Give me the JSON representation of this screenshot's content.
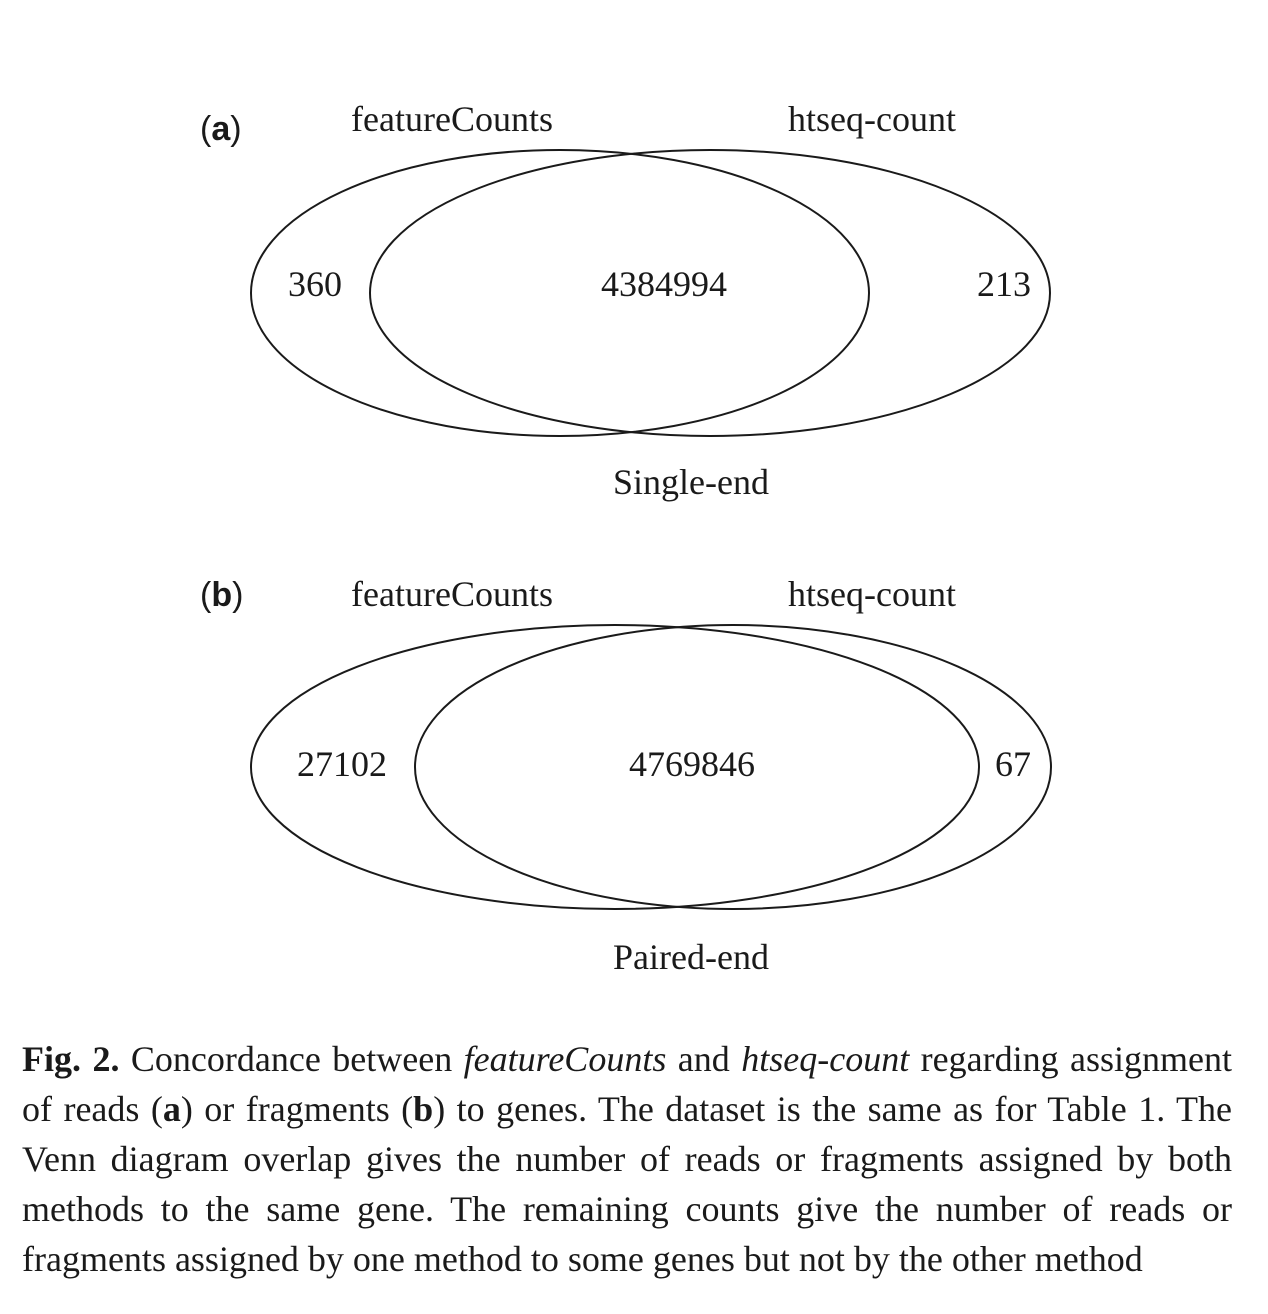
{
  "panels": [
    {
      "letter": "a",
      "left_label": "featureCounts",
      "right_label": "htseq-count",
      "left_only": "360",
      "overlap": "4384994",
      "right_only": "213",
      "caption": "Single-end"
    },
    {
      "letter": "b",
      "left_label": "featureCounts",
      "right_label": "htseq-count",
      "left_only": "27102",
      "overlap": "4769846",
      "right_only": "67",
      "caption": "Paired-end"
    }
  ],
  "caption": {
    "fig_number": "Fig. 2.",
    "t1": "Concordance between",
    "method1": "featureCounts",
    "t2": "and",
    "method2": "htseq-count",
    "t3": "regarding assignment of reads (",
    "ref_a": "a",
    "t4": ") or fragments (",
    "ref_b": "b",
    "t5": ") to genes. The dataset is the same as for Table 1. The Venn diagram overlap gives the number of reads or fragments assigned by both methods to the same gene. The remaining counts give the number of reads or fragments assigned by one method to some genes but not by the other method"
  }
}
